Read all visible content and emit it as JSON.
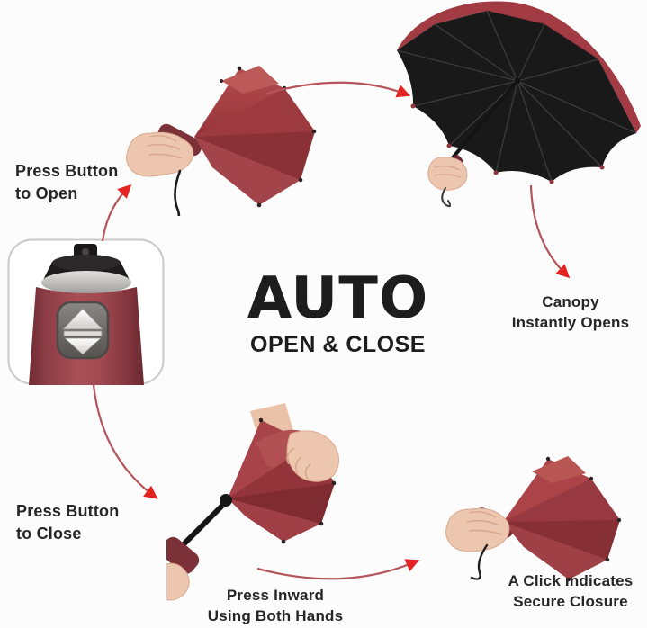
{
  "title": {
    "headline": "AUTO",
    "subheadline": "OPEN & CLOSE"
  },
  "labels": {
    "press_open": {
      "line1": "Press Button",
      "line2": "to Open"
    },
    "canopy_opens": {
      "line1": "Canopy",
      "line2": "Instantly Opens"
    },
    "press_close": {
      "line1": "Press Button",
      "line2": "to Close"
    },
    "press_inward": {
      "line1": "Press Inward",
      "line2": "Using Both Hands"
    },
    "secure_closure": {
      "line1": "A Click Indicates",
      "line2": "Secure Closure"
    }
  },
  "icons": {
    "button_arrows": "up-down-arrows-button"
  },
  "colors": {
    "background": "#fcfcfc",
    "text": "#262626",
    "arrow_line": "#b5545a",
    "arrow_head": "#e42322",
    "umbrella_red": "#a23c42",
    "umbrella_dark_red": "#7e2d33",
    "canopy_black": "#1a1a1a",
    "handle_maroon": "#96434b",
    "hand_skin": "#ecc6ae"
  }
}
